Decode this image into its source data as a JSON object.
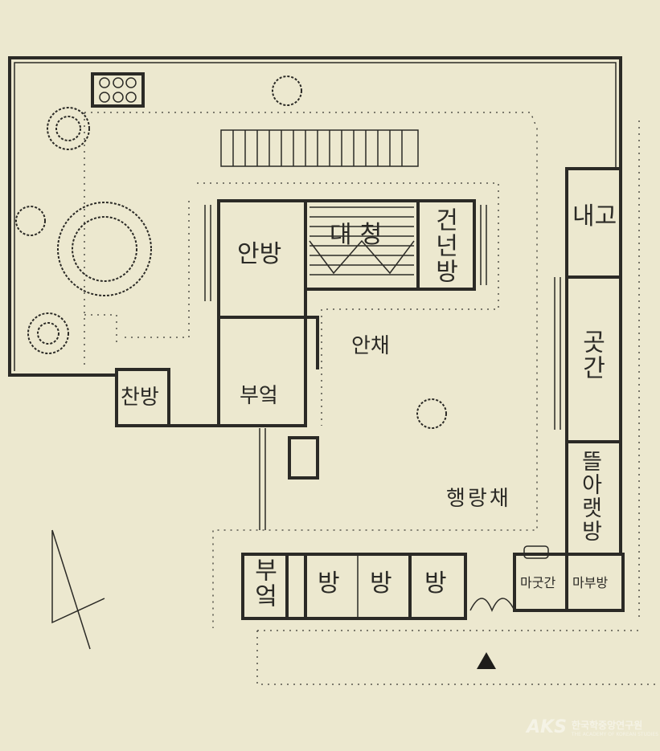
{
  "plan": {
    "labels": {
      "anbang": "안방",
      "daecheong": "대청",
      "geonneonbang": "건넌방",
      "anchae": "안채",
      "bueok_main": "부엌",
      "chanbang": "찬방",
      "naego": "내고",
      "gotgan": "곳간",
      "tteularaetbang": "뜰아랫방",
      "haengnangchae": "행랑채",
      "bueok_haengnang": "부엌",
      "bang1": "방",
      "bang2": "방",
      "bang3": "방",
      "magutgan": "마굿간",
      "mabubang": "마부방"
    }
  },
  "watermark": {
    "org_korean": "한국학중앙연구원",
    "org_english": "THE ACADEMY OF KOREAN STUDIES",
    "mark": "AKS"
  },
  "colors": {
    "paper": "#ece8cf",
    "ink": "#2b2a26"
  }
}
